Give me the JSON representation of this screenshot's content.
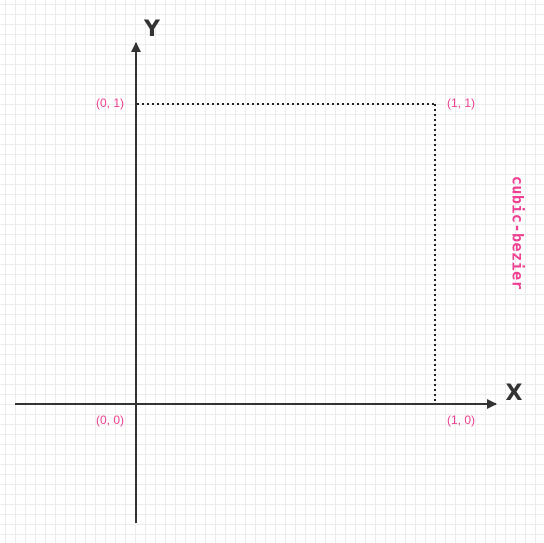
{
  "diagram": {
    "x_axis_label": "X",
    "y_axis_label": "Y",
    "points": {
      "origin": "(0, 0)",
      "top_left": "(0, 1)",
      "top_right": "(1, 1)",
      "bottom_right": "(1, 0)"
    },
    "side_label": "cubic-bezier"
  },
  "colors": {
    "axis": "#333333",
    "label_accent": "#ee3f92",
    "grid": "#ececec",
    "background": "#ffffff"
  }
}
